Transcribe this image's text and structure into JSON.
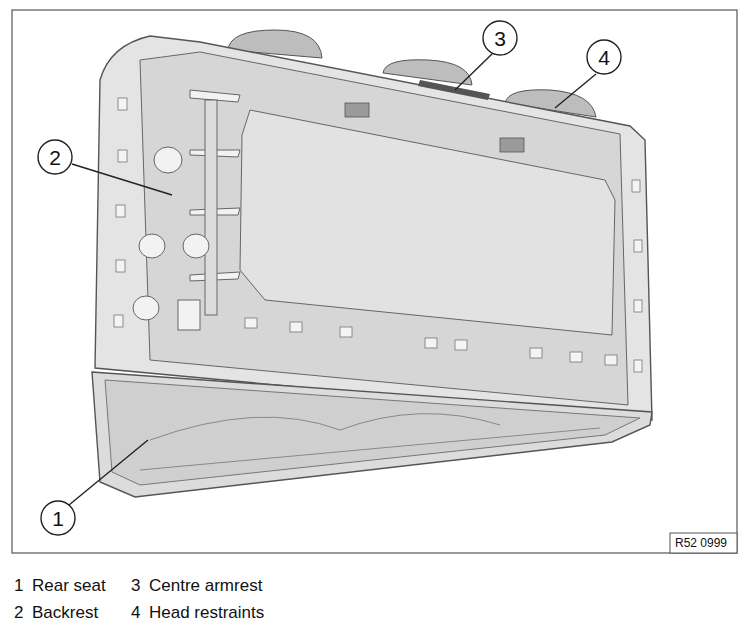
{
  "diagram": {
    "labels": [
      "1",
      "2",
      "3",
      "4",
      "R52 0999",
      "1",
      "Rear seat",
      "3",
      "Centre armrest",
      "2",
      "Backrest",
      "4",
      "Head restraints"
    ]
  }
}
